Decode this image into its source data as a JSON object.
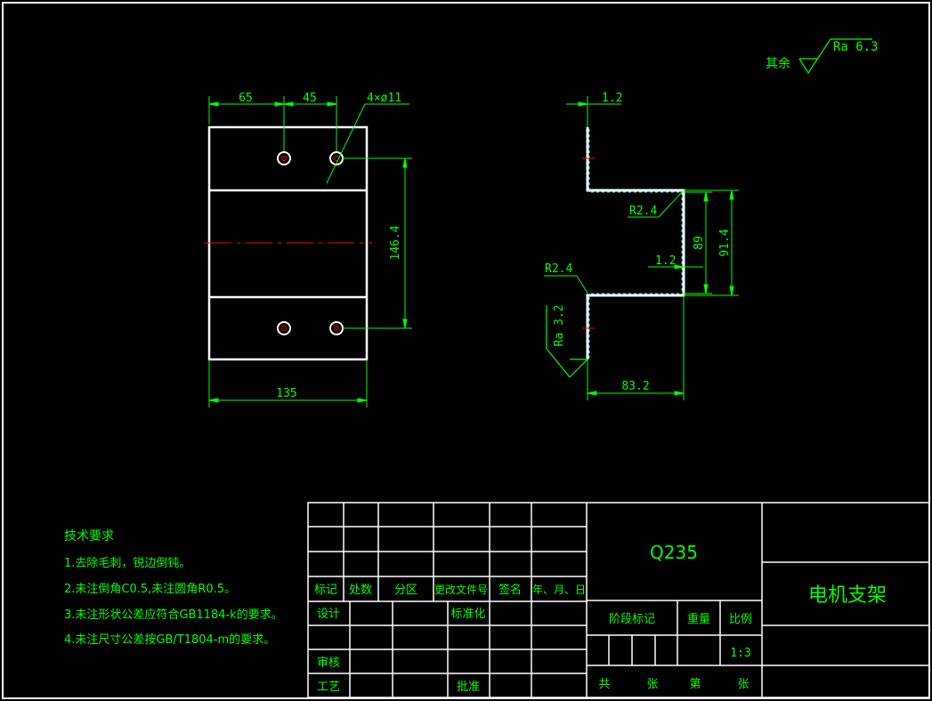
{
  "roughness": {
    "prefix": "其余",
    "value": "Ra 6.3"
  },
  "front_view": {
    "dim_h1": "65",
    "dim_h2": "45",
    "dim_holes": "4×ø11",
    "dim_v": "146.4",
    "dim_width": "135"
  },
  "side_view": {
    "dim_top_thk": "1.2",
    "radius_top": "R2.4",
    "radius_bottom": "R2.4",
    "dim_mid_thk": "1.2",
    "dim_89": "89",
    "dim_914": "91.4",
    "roughness_side": "Ra 3.2",
    "dim_832": "83.2"
  },
  "tech_req": {
    "title": "技术要求",
    "items": [
      "1.去除毛刺，锐边倒钝。",
      "2.未注倒角C0.5,未注圆角R0.5。",
      "3.未注形状公差应符合GB1184-k的要求。",
      "4.未注尺寸公差按GB/T1804-m的要求。"
    ]
  },
  "title_block": {
    "material": "Q235",
    "part_name": "电机支架",
    "headers": [
      "标记",
      "处数",
      "分区",
      "更改文件号",
      "签名",
      "年、月、日"
    ],
    "design": "设计",
    "standardize": "标准化",
    "review": "审核",
    "process": "工艺",
    "approve": "批准",
    "stage_mark": "阶段标记",
    "weight": "重量",
    "scale_label": "比例",
    "scale_value": "1:3",
    "total": "共",
    "sheet1": "张",
    "page": "第",
    "sheet2": "张"
  },
  "colors": {
    "outline": "#ffffff",
    "dimension": "#00ff00",
    "centerline": "#ff0000",
    "hatch": "#00ffff",
    "background": "#000000"
  }
}
